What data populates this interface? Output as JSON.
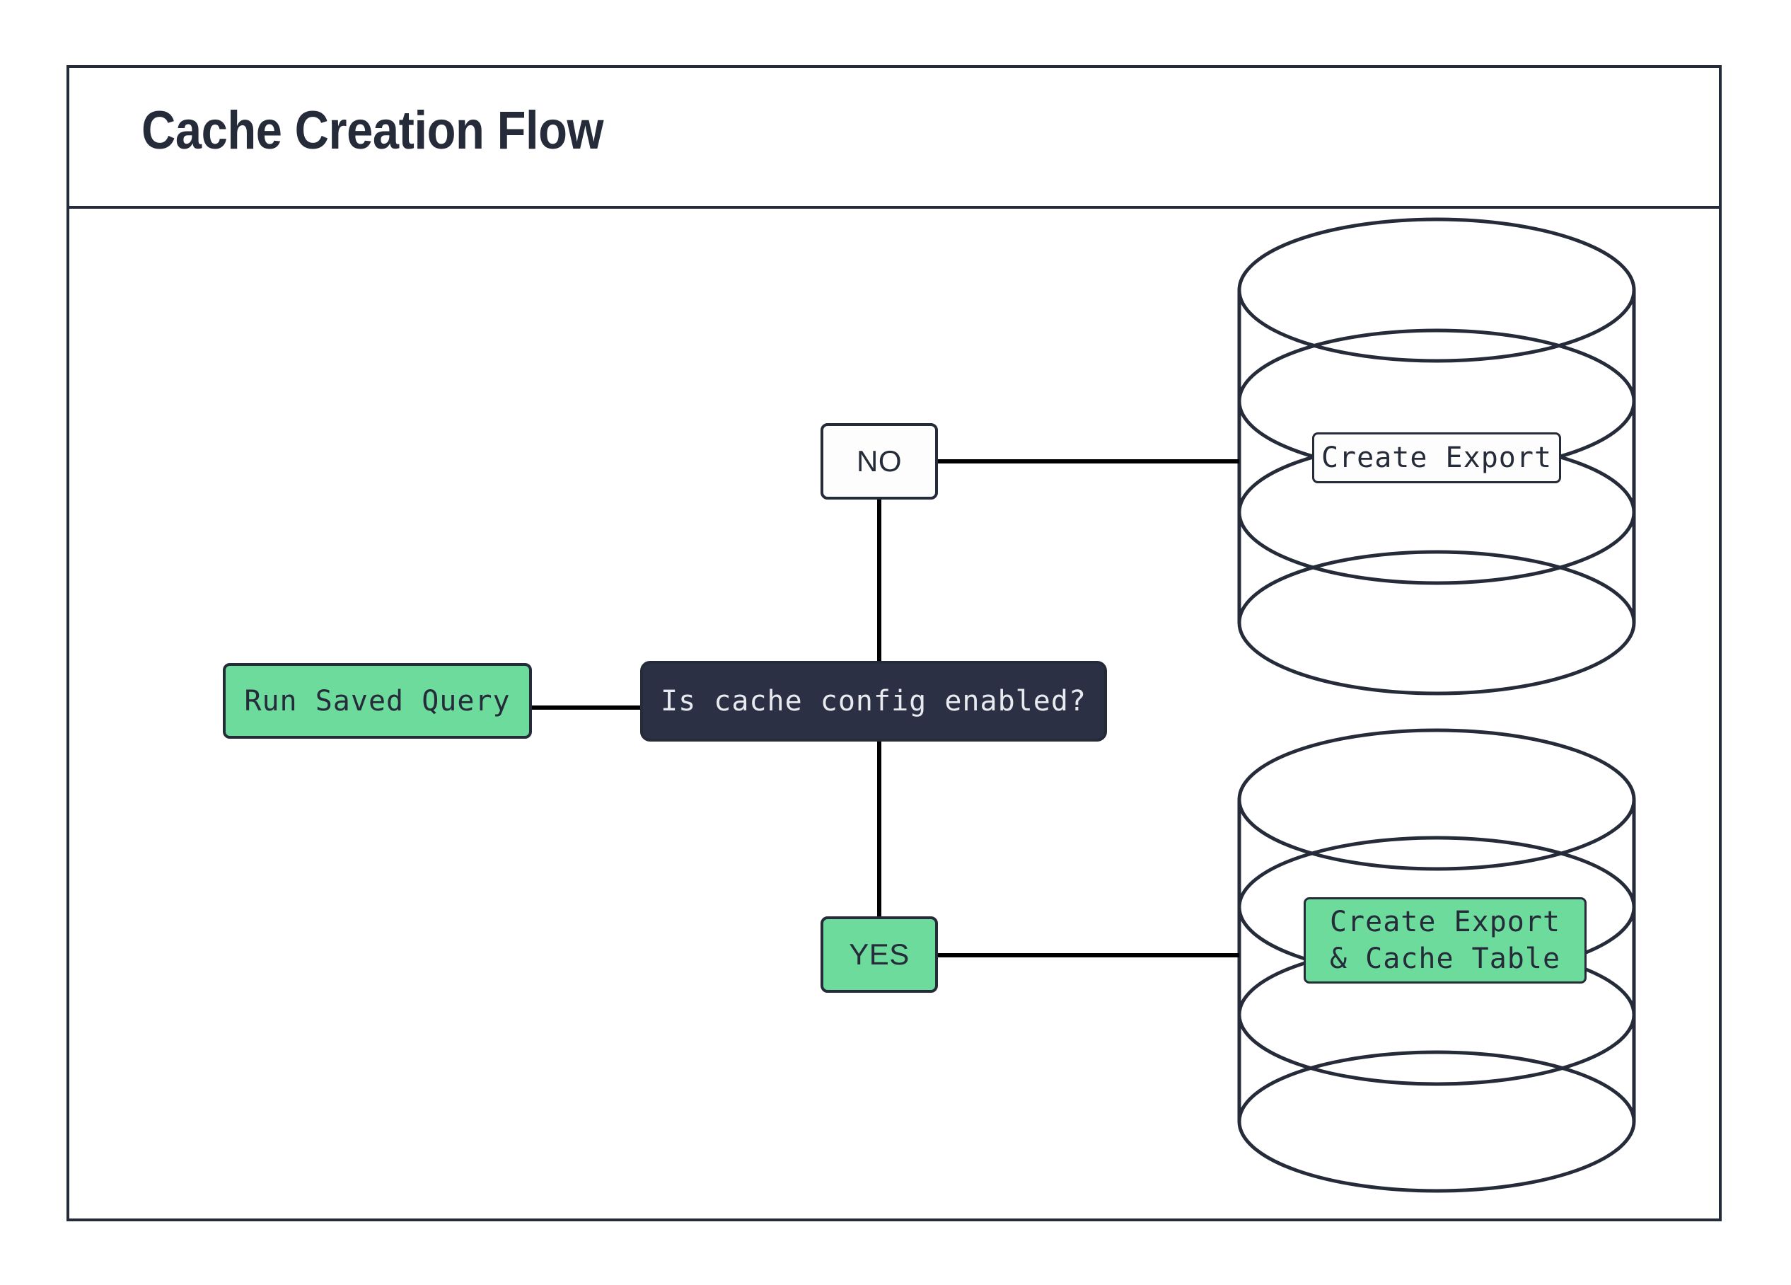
{
  "frame": {
    "title": "Cache Creation Flow",
    "border_color": "#262b3a",
    "background": "#ffffff"
  },
  "palette": {
    "dark_navy": "#262b3a",
    "node_dark_fill": "#2b3044",
    "green": "#6cdb9c",
    "white": "#fdfdfd",
    "edge_black": "#000000"
  },
  "diagram": {
    "type": "flowchart",
    "direction": "left-to-right",
    "nodes": [
      {
        "id": "run-saved-query",
        "label": "Run Saved Query",
        "shape": "rounded-rect",
        "fill": "#6cdb9c",
        "text_color": "#262b3a",
        "font": "mono"
      },
      {
        "id": "decision",
        "label": "Is cache config enabled?",
        "shape": "rounded-rect",
        "fill": "#2b3044",
        "text_color": "#e8eaef",
        "font": "mono"
      },
      {
        "id": "no",
        "label": "NO",
        "shape": "rounded-rect",
        "fill": "#fdfdfd",
        "text_color": "#262b3a",
        "font": "sans"
      },
      {
        "id": "yes",
        "label": "YES",
        "shape": "rounded-rect",
        "fill": "#6cdb9c",
        "text_color": "#262b3a",
        "font": "sans"
      },
      {
        "id": "database-top",
        "label": "Create Export",
        "label_lines": [
          "Create Export"
        ],
        "shape": "database-cylinder",
        "fill": "#fdfdfd",
        "text_color": "#262b3a",
        "font": "mono"
      },
      {
        "id": "database-bottom",
        "label": "Create Export & Cache Table",
        "label_lines": [
          "Create Export",
          "& Cache Table"
        ],
        "shape": "database-cylinder",
        "fill": "#6cdb9c",
        "text_color": "#262b3a",
        "font": "mono"
      }
    ],
    "edges": [
      {
        "id": "e1",
        "from": "run-saved-query",
        "to": "decision",
        "label": ""
      },
      {
        "id": "e2",
        "from": "decision",
        "to": "no",
        "label": ""
      },
      {
        "id": "e3",
        "from": "decision",
        "to": "yes",
        "label": ""
      },
      {
        "id": "e4",
        "from": "no",
        "to": "database-top",
        "label": ""
      },
      {
        "id": "e5",
        "from": "yes",
        "to": "database-bottom",
        "label": ""
      }
    ]
  }
}
